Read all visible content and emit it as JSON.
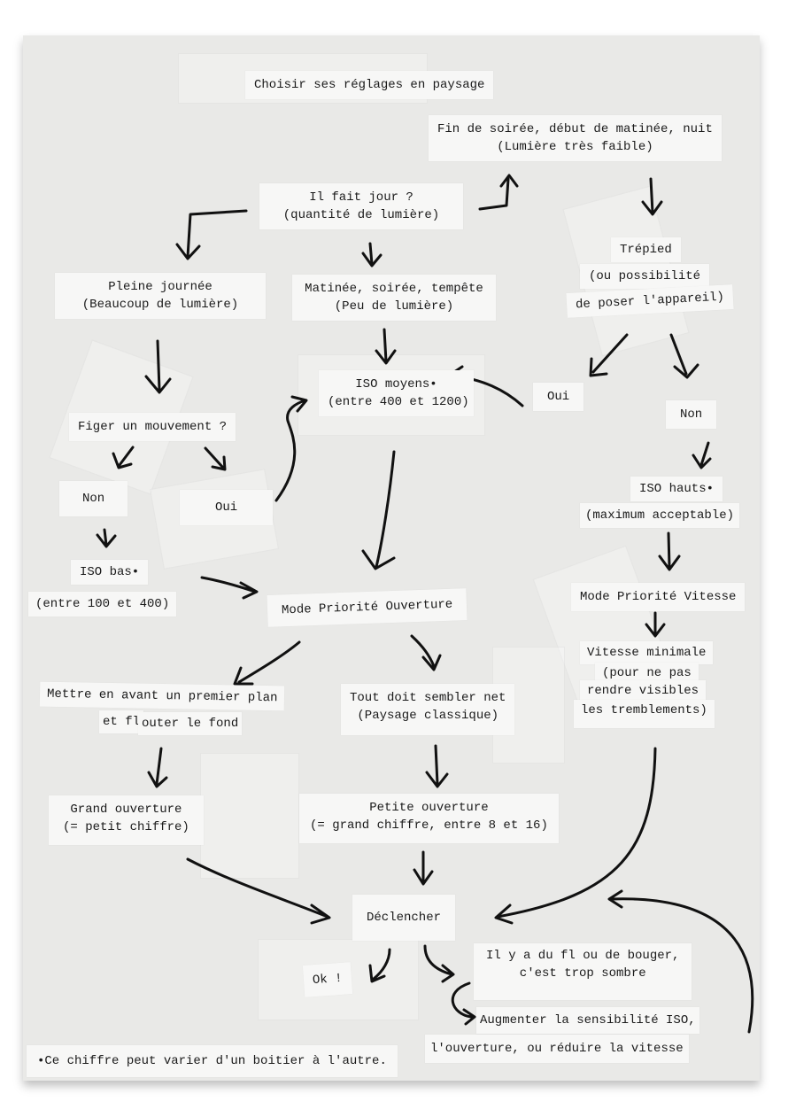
{
  "title": "Choisir ses réglages en paysage",
  "nodes": {
    "fin": {
      "line1": "Fin de soirée, début de matinée, nuit",
      "line2": "(Lumière très faible)"
    },
    "jour": {
      "line1": "Il fait jour ?",
      "line2": "(quantité de lumière)"
    },
    "pleine": {
      "line1": "Pleine journée",
      "line2": "(Beaucoup de lumière)"
    },
    "matinee": {
      "line1": "Matinée, soirée, tempête",
      "line2": "(Peu de lumière)"
    },
    "trepied": {
      "line1": "Trépied",
      "line2": "(ou possibilité",
      "line3": "de poser l'appareil)"
    },
    "iso_moyens": {
      "line1": "ISO moyens•",
      "line2": "(entre 400 et 1200)"
    },
    "oui_right": "Oui",
    "non_right": "Non",
    "figer": "Figer un mouvement ?",
    "non_left": "Non",
    "oui_left": "Oui",
    "iso_hauts": {
      "line1": "ISO hauts•",
      "line2": "(maximum acceptable)"
    },
    "iso_bas": {
      "line1": "ISO bas•",
      "line2": "(entre 100 et 400)"
    },
    "mode_po": "Mode Priorité Ouverture",
    "mode_pv": "Mode Priorité Vitesse",
    "vitesse": {
      "line1": "Vitesse minimale",
      "line2": "(pour ne pas",
      "line3": "rendre visibles",
      "line4": "les tremblements)"
    },
    "mettre": {
      "line1": "Mettre en avant un premier plan",
      "line2a": "et fl",
      "line2b": "outer le fond"
    },
    "tout": {
      "line1": "Tout doit sembler net",
      "line2": "(Paysage classique)"
    },
    "grand": {
      "line1": "Grand ouverture",
      "line2": "(= petit chiffre)"
    },
    "petite": {
      "line1": "Petite ouverture",
      "line2": "(= grand chiffre, entre 8 et 16)"
    },
    "declencher": "Déclencher",
    "ok": "Ok !",
    "flou": {
      "line1": "Il y a du fl ou de bouger,",
      "line2": "c'est trop sombre"
    },
    "augmenter": {
      "line1": "Augmenter la sensibilité ISO,",
      "line2": "l'ouverture, ou réduire la vitesse"
    }
  },
  "footnote": "•Ce chiffre peut varier d'un boitier à l'autre."
}
